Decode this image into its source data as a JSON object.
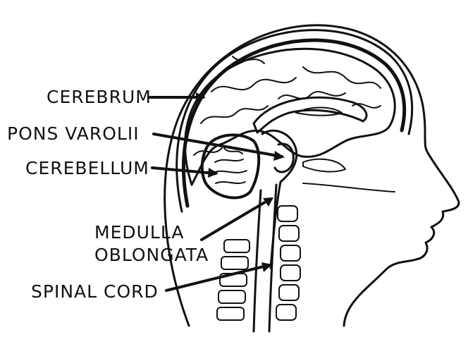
{
  "labels": {
    "cerebrum": "CEREBRUM",
    "pons": "PONS VAROLII",
    "cerebellum": "CEREBELLUM",
    "medulla_line1": "MEDULLA",
    "medulla_line2": "OBLONGATA",
    "spinal_cord": "SPINAL CORD"
  },
  "colors": {
    "ink": "#111111",
    "background": "#ffffff"
  }
}
